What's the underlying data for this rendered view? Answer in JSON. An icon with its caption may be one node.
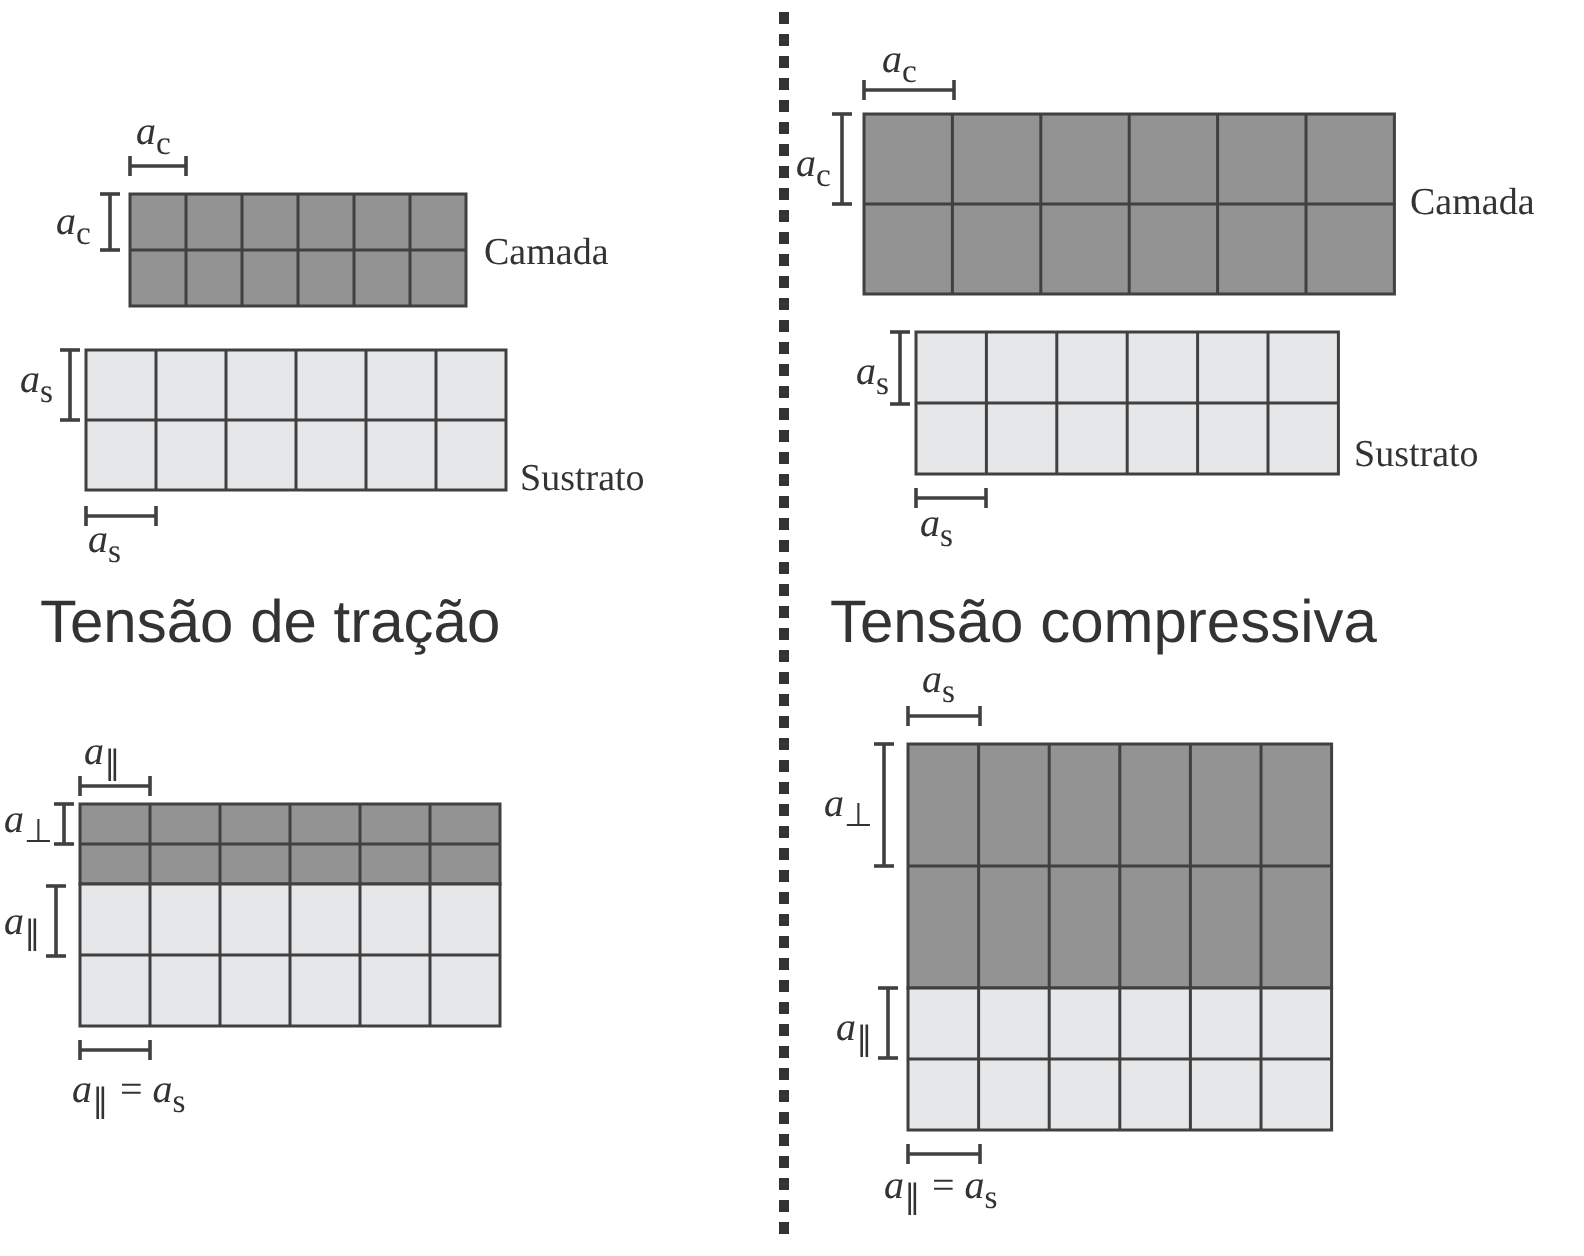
{
  "diagram": {
    "labels": [
      "*a*$_{c}$",
      "*a*$_{c}$",
      "Camada",
      "*a*$_{s}$",
      "Sustrato",
      "*a*$_{s}$",
      "Tensão de tração",
      "*a*$_{∥}$",
      "*a*$_{⊥}$",
      "*a*$_{∥}$",
      "*a*$_{∥}$ = *a*$_{s}$",
      "*a*$_{c}$",
      "*a*$_{c}$",
      "Camada",
      "*a*$_{s}$",
      "Sustrato",
      "*a*$_{s}$",
      "Tensão compressiva",
      "*a*$_{s}$",
      "*a*$_{⊥}$",
      "*a*$_{∥}$",
      "*a*$_{∥}$ = *a*$_{s}$"
    ]
  }
}
